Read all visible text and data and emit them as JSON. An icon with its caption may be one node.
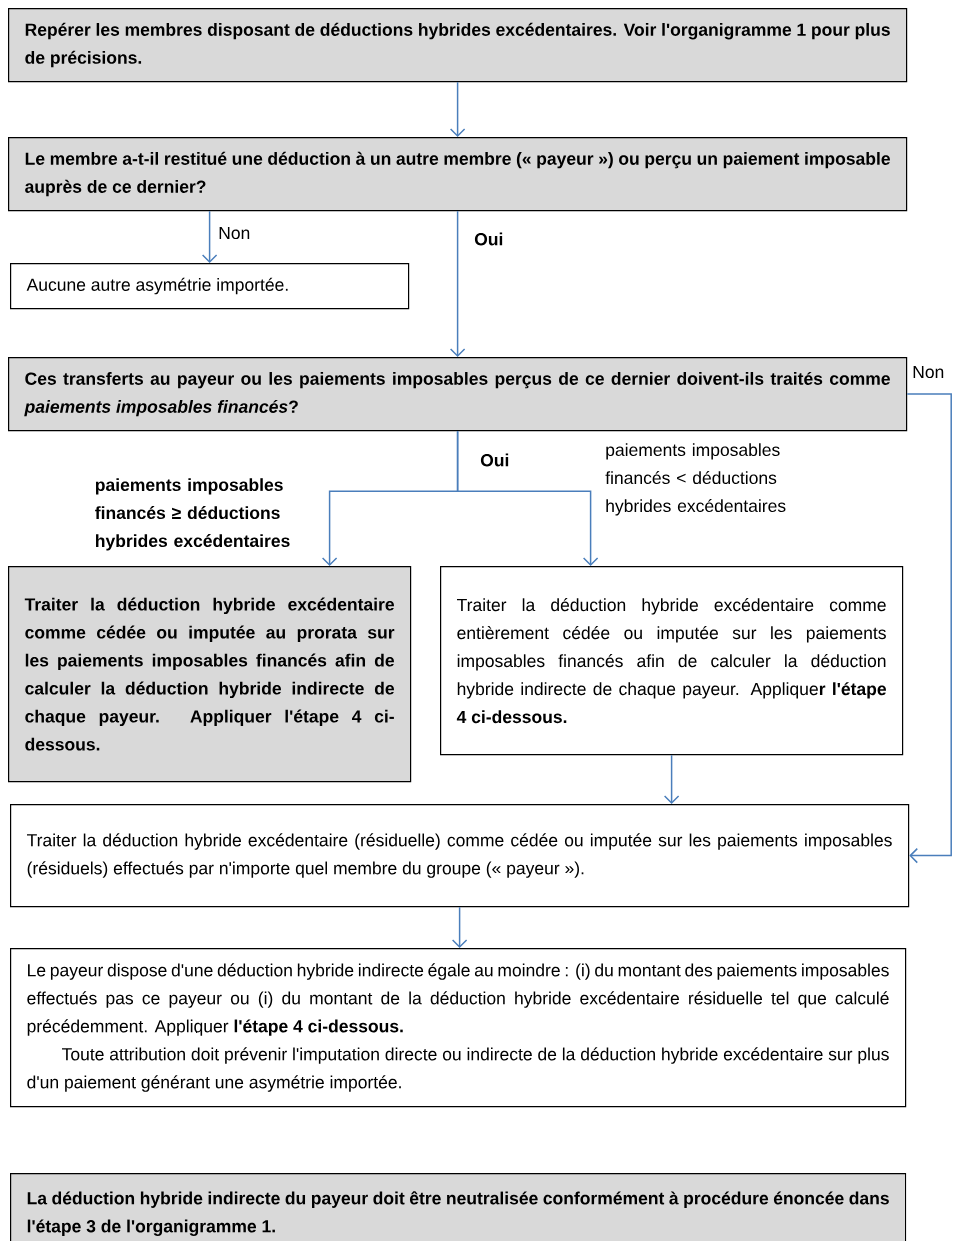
{
  "diagram": {
    "nodes": [
      {
        "text": [
          "Repérer les membres disposant de déductions hybrides excédentaires. Voir l'organigramme 1 pour plus de précisions."
        ]
      },
      {
        "text": [
          "Le membre a-t-il restitué une déduction à un autre membre (« payeur ») ou perçu un paiement imposable auprès de ce dernier?"
        ]
      },
      {
        "text": [
          "Aucune autre asymétrie importée."
        ]
      },
      {
        "text": [
          "Ces transferts au payeur ou les paiements imposables perçus de ce dernier doivent-ils traités comme *paiements imposables financés*?"
        ]
      },
      {
        "text": [
          "Traiter la déduction hybride excédentaire comme cédée ou imputée au prorata sur les paiements imposables financés afin de calculer la déduction hybride indirecte de chaque payeur. Appliquer l'étape 4 ci-dessous."
        ]
      },
      {
        "text": [
          "Traiter la déduction hybride excédentaire comme entièrement cédée ou imputée sur les paiements imposables financés afin de calculer la déduction hybride indirecte de chaque payeur. Applique**r l'étape 4 ci-dessous.**"
        ]
      },
      {
        "text": [
          "Traiter la déduction hybride excédentaire (résiduelle) comme cédée ou imputée sur les paiements imposables (résiduels) effectués par n'importe quel membre du groupe (« payeur »)."
        ]
      },
      {
        "text": [
          "Le payeur dispose d'une déduction hybride indirecte égale au moindre : (i) du montant des paiements imposables effectués pas ce payeur ou (i) du montant de la déduction hybride excédentaire résiduelle tel que calculé précédemment. Appliquer **l'étape 4 ci-dessous.**",
          "Toute attribution doit prévenir l'imputation directe ou indirecte de la déduction hybride excédentaire sur plus d'un paiement générant une asymétrie importée."
        ]
      },
      {
        "text": [
          "La déduction hybride indirecte du payeur doit être neutralisée conformément à procédure énoncée dans l'étape 3 de l'organigramme 1."
        ]
      }
    ],
    "edges": [
      {
        "from": 0,
        "to": 1,
        "arrow": "to"
      },
      {
        "from": 1,
        "to": 2,
        "arrow": "to",
        "label": "Non"
      },
      {
        "from": 1,
        "to": 3,
        "arrow": "to",
        "label": "Oui"
      },
      {
        "from": 3,
        "to": 4,
        "arrow": "to",
        "label": "paiements imposables financés ≥ déductions hybrides excédentaires"
      },
      {
        "from": 3,
        "to": 5,
        "arrow": "to",
        "label": "paiements imposables financés < déductions hybrides excédentaires"
      },
      {
        "from": 3,
        "to": 6,
        "arrow": "to",
        "label": "Non"
      },
      {
        "from": 5,
        "to": 6,
        "arrow": "to"
      },
      {
        "from": 6,
        "to": 7,
        "arrow": "to"
      }
    ],
    "labels": [
      "Oui"
    ]
  }
}
